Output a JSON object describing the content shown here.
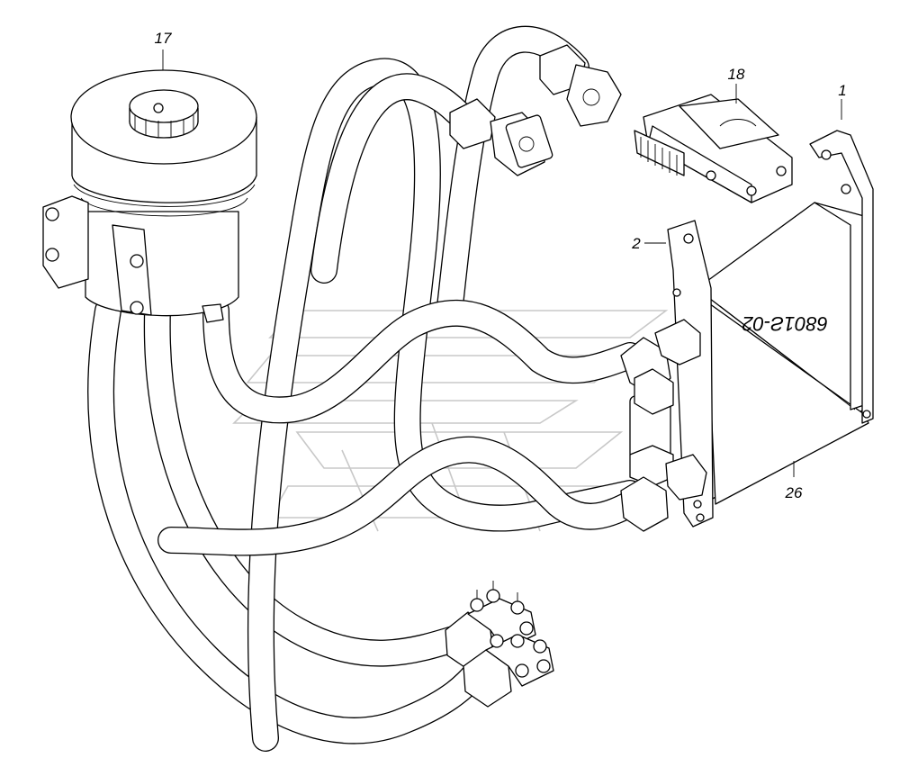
{
  "diagram": {
    "callouts": [
      "17",
      "18",
      "1",
      "2",
      "26"
    ],
    "cooler_marking": "6801Ƨ-02"
  }
}
